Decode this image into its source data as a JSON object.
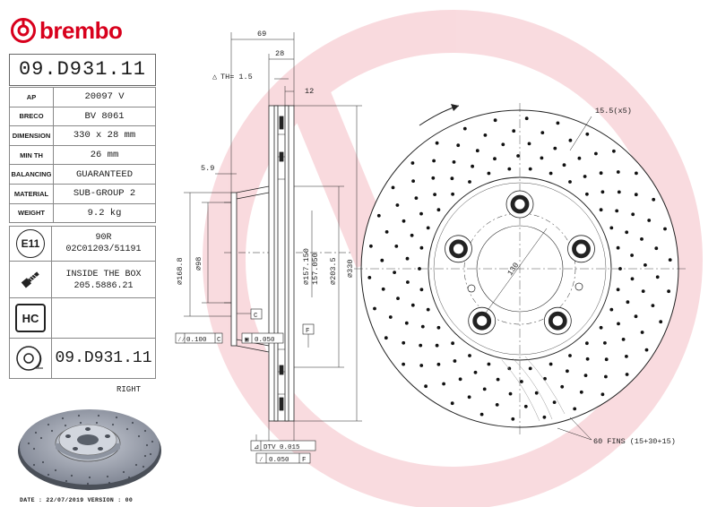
{
  "brand": {
    "name": "brembo"
  },
  "part_code": "09.D931.11",
  "specs": [
    {
      "label": "AP",
      "value": "20097 V"
    },
    {
      "label": "BRECO",
      "value": "BV 8061"
    },
    {
      "label": "DIMENSION",
      "value": "330 x 28 mm"
    },
    {
      "label": "MIN TH",
      "value": "26 mm"
    },
    {
      "label": "BALANCING",
      "value": "GUARANTEED"
    },
    {
      "label": "MATERIAL",
      "value": "SUB-GROUP 2"
    },
    {
      "label": "WEIGHT",
      "value": "9.2 kg"
    }
  ],
  "e11": {
    "badge": "E11",
    "line1": "90R",
    "line2": "02C01203/51191"
  },
  "inside_box": {
    "line1": "INSIDE THE BOX",
    "line2": "205.5886.21"
  },
  "hc": {
    "badge": "HC"
  },
  "code_repeat": "09.D931.11",
  "side": "RIGHT",
  "footer": "DATE : 22/07/2019 VERSION : 00",
  "drawing": {
    "dims": {
      "d69": "69",
      "d28": "28",
      "th": "TH= 1.5",
      "d12": "12",
      "d59": "5.9",
      "dia1688": "168.8",
      "dia98": "98",
      "dia157": "157.150",
      "dia157b": "157.050",
      "dia2035": "203.5",
      "dia330": "330"
    },
    "tolerances": {
      "flat1": "0.100",
      "flat1_ref": "C",
      "flat2": "0.050",
      "ref_c": "C",
      "ref_f": "F",
      "dtv": "DTV 0.015",
      "par": "0.050",
      "par_ref": "F"
    },
    "front": {
      "holes": "15.5(x5)",
      "pcd": "130",
      "fins": "60 FINS (15+30+15)"
    }
  }
}
